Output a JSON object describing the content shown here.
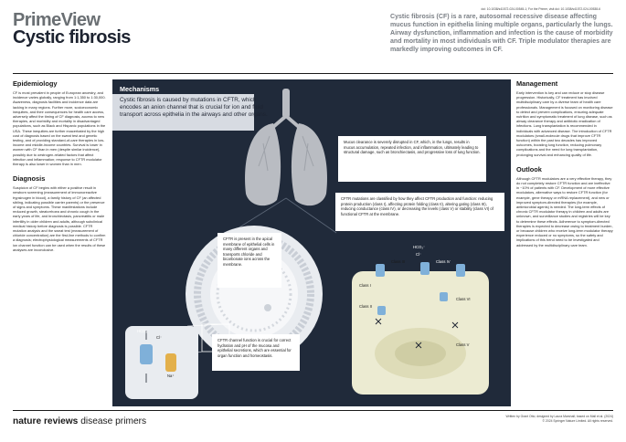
{
  "header": {
    "doi_line": "doi: 10.1038/s41572-024-00545-1; For the Primer, visit doi: 10.1038/s41572-024-00538-6",
    "brand": "PrimeView",
    "title": "Cystic fibrosis",
    "summary": "Cystic fibrosis (CF) is a rare, autosomal recessive disease affecting mucus function in epithelia lining multiple organs, particularly the lungs. Airway dysfunction, inflammation and infection is the cause of morbidity and mortality in most individuals with CF. Triple modulator therapies are markedly improving outcomes in CF."
  },
  "left": {
    "epidemiology": {
      "heading": "Epidemiology",
      "text": "CF is most prevalent in people of European ancestry, and incidence varies globally, ranging from 1:1,350 to 1:30,000. Awareness, diagnosis facilities and incidence data are lacking in many regions. Further more, socioeconomic inequities, and their consequences for health care access, adversely affect the timing of CF diagnosis, access to new therapies, and morbidity and mortality in disadvantaged populations, such as Black and Hispanic populations in the USA. These inequities are further exacerbated by the high cost of diagnosis based on the sweat test and genetic testing, and of providing standard-of-care therapies in low-income and middle-income countries. Survival is lower in women with CF than in men (despite similar incidence), possibly due to oestrogen-related factors that affect infection and inflammation; response to CFTR modulator therapy is also lower in women than in men."
    },
    "diagnosis": {
      "heading": "Diagnosis",
      "text": "Suspicion of CF begins with either a positive result in newborn screening (measurement of immunoreactive trypsinogen in blood), a family history of CF (an affected sibling, indicating possible carrier parents) or the presence of signs and symptoms. These manifestations include reduced growth, steatorrhoea and chronic cough in the early years of life, and bronchiectasis, pancreatitis or male infertility in older children and adults, although subclinical medical history before diagnosis is possible. CFTR mutation analysis and the sweat test (measurement of chloride concentration) are the first-line methods to confirm a diagnosis; electrophysiological measurements of CFTR ion channel function can be used when the results of these analyses are inconclusive."
    }
  },
  "right": {
    "management": {
      "heading": "Management",
      "text": "Early intervention is key and can reduce or stop disease progression. Historically, CF treatment has involved multidisciplinary care by a diverse team of health care professionals. Management is focused on monitoring disease to detect and prevent complications, ensuring adequate nutrition and symptomatic treatment of lung disease, such as airway clearance therapy and antibiotic eradication of infections. Lung transplantation is recommended in individuals with advanced disease. The introduction of CFTR modulators (small-molecule drugs that improve CFTR function) within the past two decades has improved outcomes, boosting lung function, reducing pulmonary complications and the need for lung transplantation, prolonging survival and enhancing quality of life."
    },
    "outlook": {
      "heading": "Outlook",
      "text": "Although CFTR modulators are a very effective therapy, they do not completely restore CFTR function and are ineffective in ~10% of patients with CF. Development of more effective modulators, alternative ways to restore CFTR function (for example, gene therapy or mRNA replacement), and new or improved symptom-directed therapies (for example, antimicrobial agents) is needed. The long-term effects of chronic CFTR modulator therapy in children and adults are unknown, and surveillance studies and registries will be key to determine these effects. Adherence to symptom-directed therapies is expected to decrease owing to treatment burden, or because children who receive long-term modulator therapy experience reduced or no symptoms, so the safety and implications of this trend need to be investigated and addressed by the multidisciplinary care team."
    }
  },
  "mechanisms": {
    "heading": "Mechanisms",
    "intro": "Cystic fibrosis is caused by mutations in CFTR, which encodes an anion channel that is crucial for ion and fluid transport across epithelia in the airways and other organs.",
    "mucus_callout": "Mucus clearance is severely disrupted in CF, which, in the lungs, results in mucus accumulation, repeated infection, and inflammation, ultimately leading to structural damage, such as bronchiectasis, and progressive loss of lung function.",
    "cftr_callout": "CFTR is present in the apical membrane of epithelial cells in many different organs and transports chloride and bicarbonate ions across the membrane.",
    "classes_callout": "CFTR mutations are classified by how they affect CFTR production and function: reducing protein production (class I), affecting protein folding (class II), altering gating (class III), reducing conductance (class IV), or decreasing the levels (class V) or stability (class VI) of functional CFTR at the membrane.",
    "channel_callout": "CFTR channel function is crucial for correct hydration and pH of the mucosa and epithelial secretions, which are essential for organ function and homeostasis.",
    "ions": {
      "bicarbonate": "HCO₃⁻",
      "chloride": "Cl⁻",
      "sodium": "Na⁺"
    },
    "classes": {
      "c1": "Class I",
      "c2": "Class II",
      "c3": "Class III",
      "c4": "Class IV",
      "c5": "Class V",
      "c6": "Class VI"
    }
  },
  "footer": {
    "journal_bold": "nature reviews",
    "journal_rest": " disease primers",
    "credit1": "Written by Grant Otto; designed by Laura Marshall; based on Mall et al. (2024)",
    "credit2": "© 2024 Springer Nature Limited. All rights reserved."
  },
  "colors": {
    "panel_bg": "#202a3a",
    "lung_fill": "#b9bcc2",
    "cell_fill": "#e9ecf0",
    "channel_blue": "#7fb0d9",
    "sodium_amber": "#e3b04b",
    "cell_yellow": "#ecebd2"
  }
}
